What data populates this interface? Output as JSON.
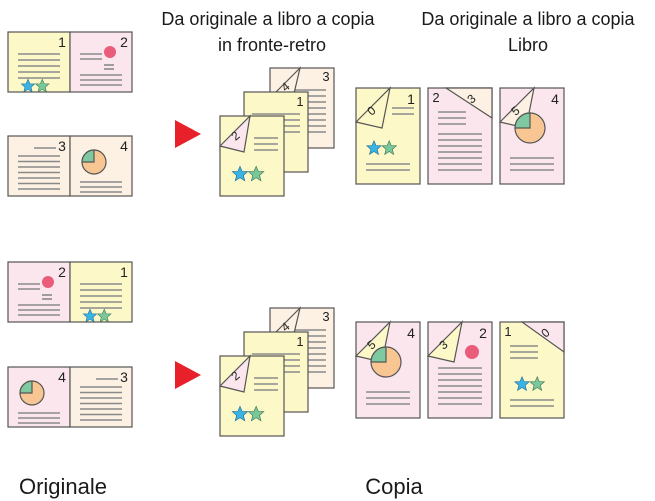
{
  "captions": {
    "col_duplex": [
      "Da originale a libro a copia",
      "in fronte-retro"
    ],
    "col_book": [
      "Da originale a libro a copia",
      "Libro"
    ],
    "original": "Originale",
    "copy": "Copia"
  },
  "page_numbers": {
    "p1": "1",
    "p2": "2",
    "p3": "3",
    "p4": "4"
  },
  "colors": {
    "page_yellow": "#fdf8c8",
    "page_pink": "#fbe6ee",
    "page_cream": "#fcf1e2",
    "outline": "#555555",
    "text_line": "#8a8a8a",
    "star_blue": "#38b4e6",
    "star_green": "#79c79a",
    "dot_pink": "#ea5d7a",
    "pie_orange": "#f8c692",
    "pie_green": "#7ec9a0",
    "arrow_red": "#e8202a"
  },
  "icons": {
    "arrow": "red-triangle-arrow",
    "stars": "two-stars-icon",
    "pie": "pie-chart-icon",
    "dot": "pink-dot-icon"
  }
}
